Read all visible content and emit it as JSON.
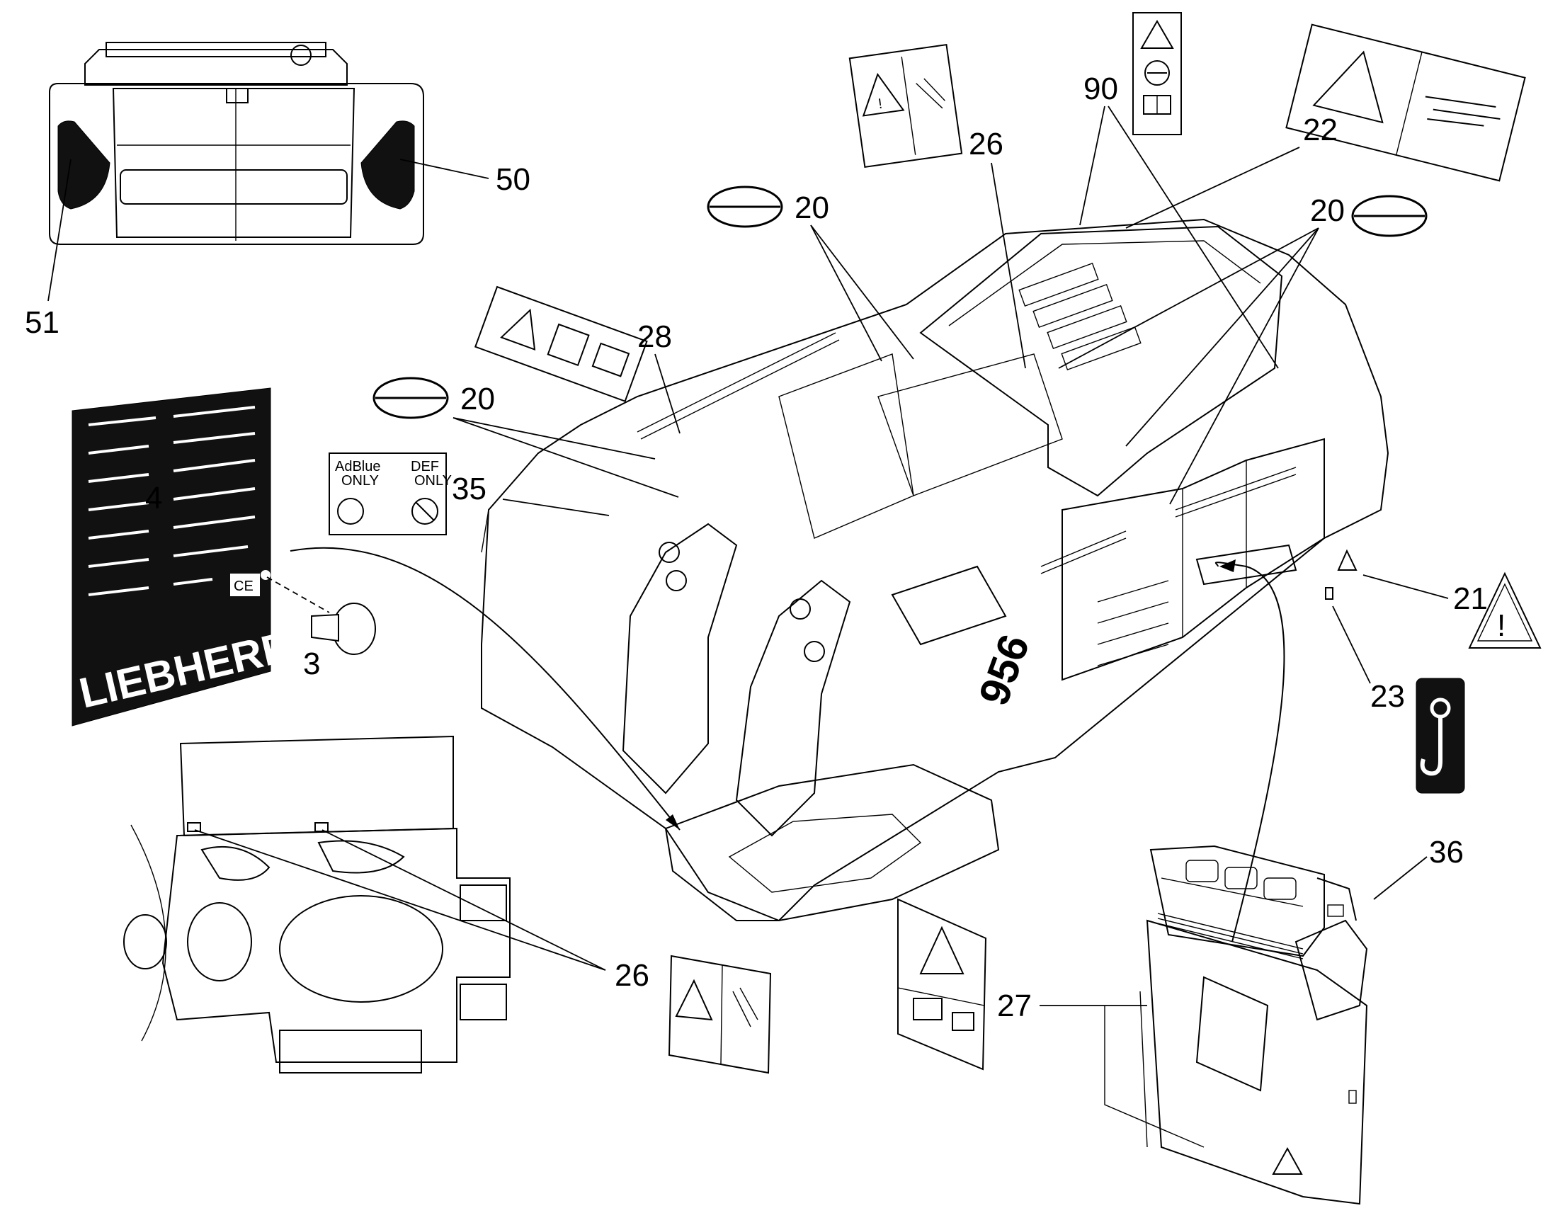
{
  "callouts": {
    "c3": "3",
    "c4": "4",
    "c20a": "20",
    "c20b": "20",
    "c20c": "20",
    "c21": "21",
    "c22": "22",
    "c23": "23",
    "c26a": "26",
    "c26b": "26",
    "c27": "27",
    "c28": "28",
    "c35": "35",
    "c36": "36",
    "c50": "50",
    "c51": "51",
    "c90": "90"
  },
  "labels": {
    "brand": "LIEBHERR",
    "model": "956",
    "adblue_title": "AdBlue",
    "def_title": "DEF",
    "only_left": "ONLY",
    "only_right": "ONLY",
    "ce_mark": "CE"
  },
  "icons": [
    "warning-triangle-icon",
    "hand-crush-icon",
    "manual-book-icon",
    "no-entry-symbol-icon",
    "lifting-hook-icon",
    "rivet-icon"
  ],
  "colors": {
    "ink": "#000000",
    "paper": "#ffffff",
    "plate": "#111111"
  }
}
